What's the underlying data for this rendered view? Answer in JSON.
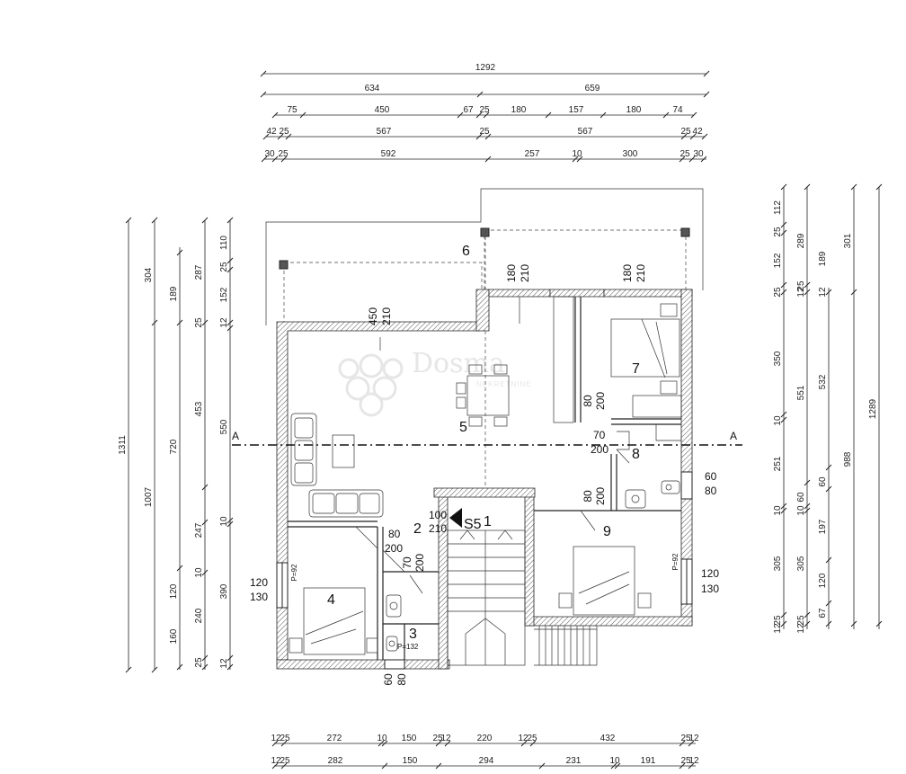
{
  "dims_top": [
    {
      "y": 0,
      "labels": [
        "1292"
      ]
    },
    {
      "y": 1,
      "labels": [
        "634",
        "659"
      ]
    },
    {
      "y": 2,
      "labels": [
        "75",
        "450",
        "67",
        "25",
        "180",
        "157",
        "180",
        "74"
      ]
    },
    {
      "y": 3,
      "labels": [
        "42",
        "25",
        "567",
        "25",
        "567",
        "25",
        "42"
      ]
    },
    {
      "y": 4,
      "labels": [
        "30",
        "25",
        "592",
        "257",
        "10",
        "300",
        "25",
        "30"
      ]
    }
  ],
  "dims_bottom": [
    {
      "labels": [
        "12",
        "25",
        "272",
        "10",
        "150",
        "25",
        "12",
        "220",
        "12",
        "25",
        "432",
        "25",
        "12"
      ]
    },
    {
      "labels": [
        "12",
        "25",
        "282",
        "150",
        "294",
        "231",
        "10",
        "191",
        "25",
        "12"
      ]
    }
  ],
  "dims_left": {
    "col1": [
      "1311"
    ],
    "col2": [
      "304",
      "1007"
    ],
    "col3": [
      "287",
      "189",
      "720",
      "453",
      "247",
      "120",
      "240",
      "160"
    ],
    "col4": [
      "110",
      "25",
      "152",
      "25",
      "12",
      "550",
      "10",
      "10",
      "390",
      "25",
      "12"
    ]
  },
  "dims_right": {
    "col1": [
      "112",
      "25",
      "152",
      "25",
      "12",
      "350",
      "10",
      "251",
      "10",
      "305",
      "25",
      "12"
    ],
    "col2": [
      "289",
      "25",
      "12",
      "551",
      "60",
      "10",
      "305",
      "25",
      "12"
    ],
    "col3": [
      "189",
      "532",
      "60",
      "197",
      "120",
      "67"
    ],
    "col4": [
      "301",
      "988",
      "1289"
    ]
  },
  "rooms": [
    {
      "id": "1",
      "label": "1"
    },
    {
      "id": "2",
      "label": "2"
    },
    {
      "id": "3",
      "label": "3"
    },
    {
      "id": "4",
      "label": "4"
    },
    {
      "id": "5",
      "label": "5"
    },
    {
      "id": "6",
      "label": "6"
    },
    {
      "id": "7",
      "label": "7"
    },
    {
      "id": "8",
      "label": "8"
    },
    {
      "id": "9",
      "label": "9"
    }
  ],
  "openings": {
    "o1_w": "450",
    "o1_h": "210",
    "o2_w": "180",
    "o2_h": "210",
    "o3_w": "180",
    "o3_h": "210",
    "o4_w": "80",
    "o4_h": "200",
    "o5_w": "70",
    "o5_h": "200",
    "o6_w": "60",
    "o6_h": "80",
    "o7_w": "80",
    "o7_h": "200",
    "o8_w": "100",
    "o8_h": "210",
    "o9_w": "80",
    "o9_h": "200",
    "o10_w": "70",
    "o10_h": "200",
    "o11_w": "120",
    "o11_h": "130",
    "o12_w": "120",
    "o12_h": "130",
    "o13_w": "60",
    "o13_h": "80"
  },
  "labels": {
    "section_a_left": "A",
    "section_a_right": "A",
    "stair": "S5",
    "parapet_left": "P=92",
    "parapet_right": "P=92",
    "sill_bath": "P=132"
  },
  "watermark": {
    "title": "Dosma",
    "subtitle": "NEKRETNINE"
  }
}
